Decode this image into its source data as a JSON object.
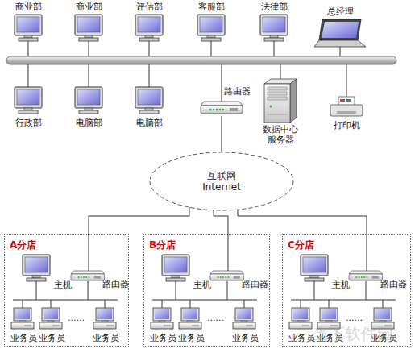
{
  "diagram": {
    "nodes": [
      {
        "text": [
          "商业部"
        ]
      },
      {
        "text": [
          "商业部"
        ]
      },
      {
        "text": [
          "评估部"
        ]
      },
      {
        "text": [
          "客服部"
        ]
      },
      {
        "text": [
          "法律部"
        ]
      },
      {
        "text": [
          "总经理"
        ]
      },
      {
        "text": [
          "行政部"
        ]
      },
      {
        "text": [
          "电脑部"
        ]
      },
      {
        "text": [
          "电脑部"
        ]
      },
      {
        "text": [
          "路由器"
        ]
      },
      {
        "text": [
          "数据中心 服务器"
        ]
      },
      {
        "text": [
          "打印机"
        ]
      },
      {
        "text": [
          "互联网 Internet"
        ]
      },
      {
        "text": [
          "A分店"
        ]
      },
      {
        "text": [
          "主机"
        ],
        "in": 13
      },
      {
        "text": [
          "路由器"
        ],
        "in": 13
      },
      {
        "text": [
          "业务员"
        ],
        "in": 13
      },
      {
        "text": [
          "业务员"
        ],
        "in": 13
      },
      {
        "text": [
          "业务员"
        ],
        "in": 13
      },
      {
        "text": [
          "B分店"
        ]
      },
      {
        "text": [
          "主机"
        ],
        "in": 19
      },
      {
        "text": [
          "路由器"
        ],
        "in": 19
      },
      {
        "text": [
          "业务员"
        ],
        "in": 19
      },
      {
        "text": [
          "业务员"
        ],
        "in": 19
      },
      {
        "text": [
          "业务员"
        ],
        "in": 19
      },
      {
        "text": [
          "C分店"
        ]
      },
      {
        "text": [
          "主机"
        ],
        "in": 25
      },
      {
        "text": [
          "路由器"
        ],
        "in": 25
      },
      {
        "text": [
          "业务员"
        ],
        "in": 25
      },
      {
        "text": [
          "业务员"
        ],
        "in": 25
      },
      {
        "text": [
          "业务员"
        ],
        "in": 25
      }
    ],
    "edges": [
      {
        "from": 9,
        "to": 12,
        "arrow": "none"
      },
      {
        "from": 12,
        "to": 15,
        "arrow": "none"
      },
      {
        "from": 12,
        "to": 21,
        "arrow": "none"
      },
      {
        "from": 12,
        "to": 27,
        "arrow": "none"
      }
    ],
    "labels": [
      "......",
      "......",
      "......",
      "当下软件园"
    ]
  }
}
